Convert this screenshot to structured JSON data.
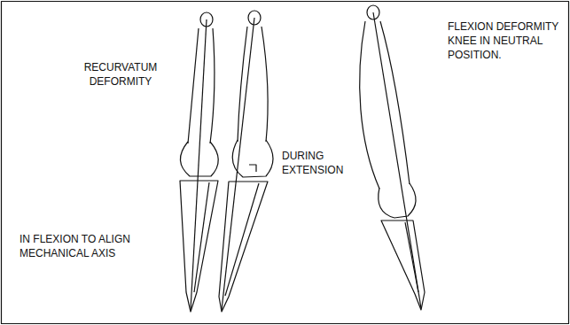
{
  "diagram": {
    "labels": [
      "RECURVATUM DEFORMITY",
      "IN FLEXION TO ALIGN MECHANICAL AXIS",
      "DURING EXTENSION",
      "FLEXION DEFORMITY KNEE IN NEUTRAL POSITION."
    ]
  }
}
